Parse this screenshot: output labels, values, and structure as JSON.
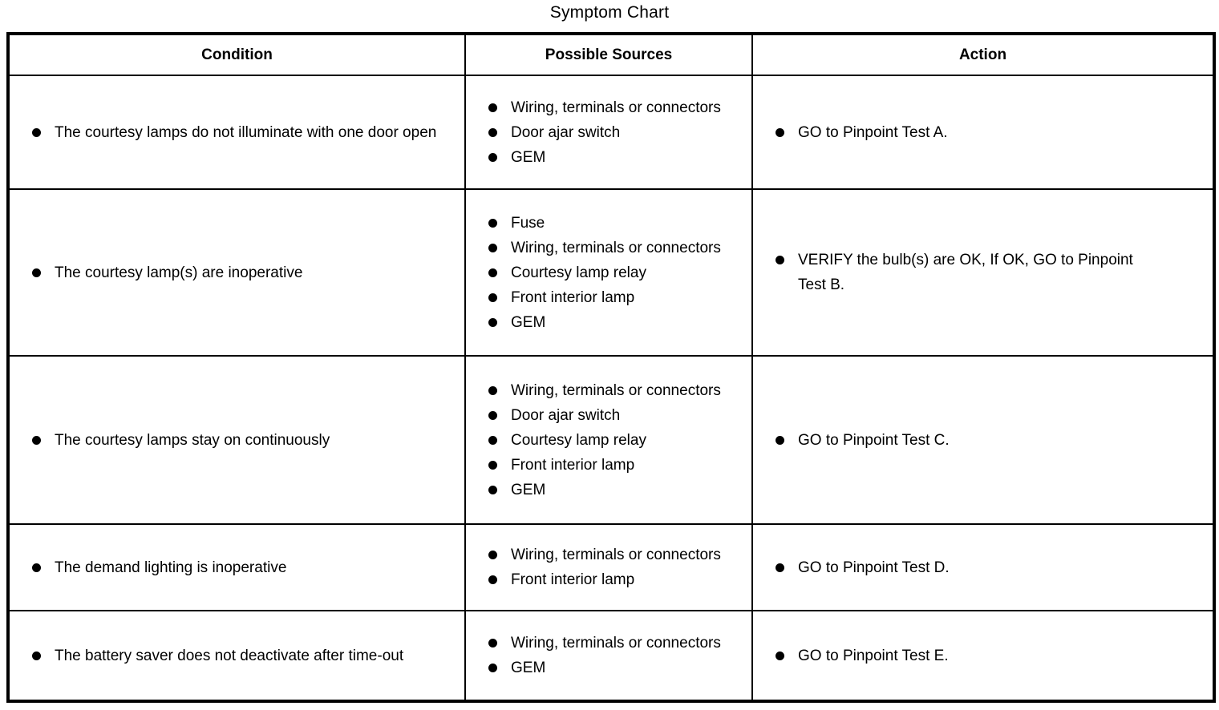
{
  "title": "Symptom Chart",
  "table": {
    "headers": [
      "Condition",
      "Possible Sources",
      "Action"
    ],
    "rows": [
      {
        "condition": [
          "The courtesy lamps do not illuminate with one door open"
        ],
        "sources": [
          "Wiring, terminals or connectors",
          "Door ajar switch",
          "GEM"
        ],
        "action": [
          "GO to Pinpoint Test A."
        ]
      },
      {
        "condition": [
          "The courtesy lamp(s) are inoperative"
        ],
        "sources": [
          "Fuse",
          "Wiring, terminals or connectors",
          "Courtesy lamp relay",
          "Front interior lamp",
          "GEM"
        ],
        "action": [
          "VERIFY the bulb(s) are OK, If OK, GO to Pinpoint Test B."
        ]
      },
      {
        "condition": [
          "The courtesy lamps stay on continuously"
        ],
        "sources": [
          "Wiring, terminals or connectors",
          "Door ajar switch",
          "Courtesy lamp relay",
          "Front interior lamp",
          "GEM"
        ],
        "action": [
          "GO to Pinpoint Test C."
        ]
      },
      {
        "condition": [
          "The demand lighting is inoperative"
        ],
        "sources": [
          "Wiring, terminals or connectors",
          "Front interior lamp"
        ],
        "action": [
          "GO to Pinpoint Test D."
        ]
      },
      {
        "condition": [
          "The battery saver does not deactivate after time-out"
        ],
        "sources": [
          "Wiring, terminals or connectors",
          "GEM"
        ],
        "action": [
          "GO to Pinpoint Test E."
        ]
      }
    ]
  }
}
